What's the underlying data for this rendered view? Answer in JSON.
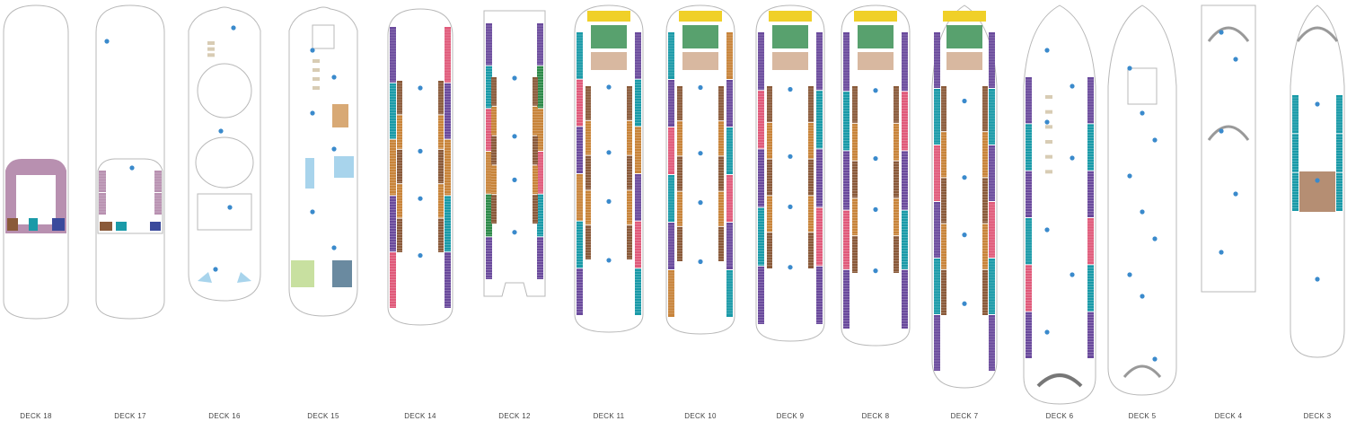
{
  "colors": {
    "purple": "#6a4a9c",
    "teal": "#1a9aa8",
    "orange": "#c8843a",
    "pink": "#e05a7a",
    "brown": "#8a5a3a",
    "green": "#2e8a4a",
    "yellow": "#f0d028",
    "mauve": "#b890b0",
    "blue": "#3a8acc",
    "lightblue": "#a8d4ec",
    "outline": "#b8b8b8"
  },
  "decks": [
    {
      "label": "DECK 18"
    },
    {
      "label": "DECK 17"
    },
    {
      "label": "DECK 16"
    },
    {
      "label": "DECK 15"
    },
    {
      "label": "DECK 14"
    },
    {
      "label": "DECK 12"
    },
    {
      "label": "DECK 11"
    },
    {
      "label": "DECK 10"
    },
    {
      "label": "DECK 9"
    },
    {
      "label": "DECK 8"
    },
    {
      "label": "DECK 7"
    },
    {
      "label": "DECK 6"
    },
    {
      "label": "DECK 5"
    },
    {
      "label": "DECK 4"
    },
    {
      "label": "DECK 3"
    }
  ]
}
